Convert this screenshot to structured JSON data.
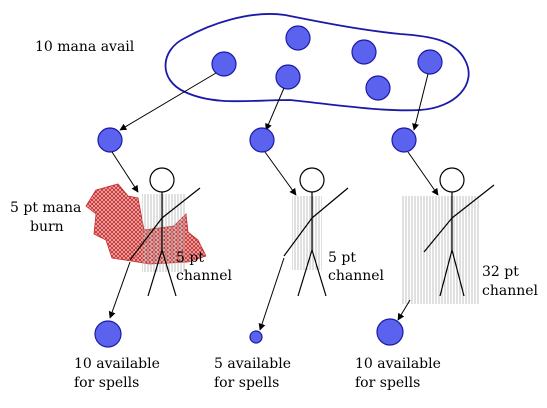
{
  "colors": {
    "mana_orb": "#5b63ee",
    "orb_stroke": "#1a1aa8",
    "pool_outline": "#1a1aa8",
    "burn": "#cc2a2a",
    "channel": "#b0b0b0",
    "ink": "#000000"
  },
  "pool": {
    "label": "10 mana avail"
  },
  "figures": [
    {
      "name": "left",
      "burn_label_lines": [
        "5 pt mana",
        "burn"
      ],
      "channel_label_lines": [
        "5 pt",
        "channel"
      ],
      "result_lines": [
        "10 available",
        "for spells"
      ],
      "result_orb": "large"
    },
    {
      "name": "middle",
      "channel_label_lines": [
        "5 pt",
        "channel"
      ],
      "result_lines": [
        "5 available",
        "for spells"
      ],
      "result_orb": "small"
    },
    {
      "name": "right",
      "channel_label_lines": [
        "32 pt",
        "channel"
      ],
      "result_lines": [
        "10 available",
        "for spells"
      ],
      "result_orb": "large"
    }
  ]
}
